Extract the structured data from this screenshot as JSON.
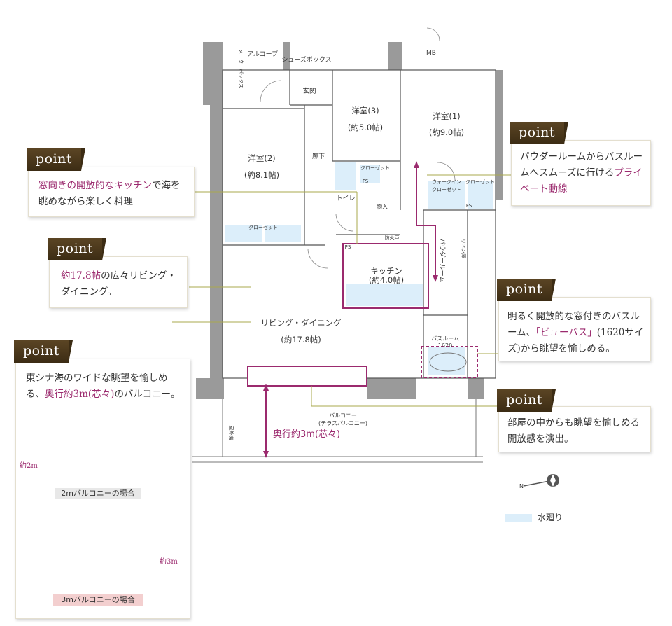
{
  "rooms": {
    "alcove": "アルコーブ",
    "meter_box": "メーターボックス",
    "shoes_box": "シューズボックス",
    "mb": "MB",
    "entrance": "玄関",
    "west3_name": "洋室(3)",
    "west3_size": "(約5.0帖)",
    "west1_name": "洋室(1)",
    "west1_size": "(約9.0帖)",
    "west2_name": "洋室(2)",
    "west2_size": "(約8.1帖)",
    "hallway": "廊下",
    "toilet": "トイレ",
    "closet": "クローゼット",
    "walkin_closet_1": "ウォークイン",
    "walkin_closet_2": "クローゼット",
    "fs": "FS",
    "ps": "PS",
    "storage": "物入",
    "kitchen_name": "キッチン",
    "kitchen_size": "(約4.0帖)",
    "living_name": "リビング・ダイニング",
    "living_size": "(約17.8帖)",
    "powder_room": "パウダールーム",
    "bathroom_name": "バスルーム",
    "bathroom_size": "1620",
    "balcony_1": "バルコニー",
    "balcony_2": "(テラスバルコニー)",
    "depth_label": "奥行約3m(芯々)",
    "fire_escape": "防火戸",
    "linen": "リネン庫",
    "outdoor_unit": "室外機"
  },
  "points": [
    {
      "badge": "point",
      "text_before": "",
      "highlight": "窓向きの開放的なキッチン",
      "text_after": "で海を眺めながら楽しく料理"
    },
    {
      "badge": "point",
      "text_before": "",
      "highlight": "約17.8帖",
      "text_after": "の広々リビング・ダイニング。"
    },
    {
      "badge": "point",
      "text_before": "東シナ海のワイドな眺望を愉しめる、",
      "highlight": "奥行約3m(芯々)",
      "text_after": "のバルコニー。"
    },
    {
      "badge": "point",
      "text_before": "パウダールームからバスルームへスムーズに行ける",
      "highlight": "プライベート動線",
      "text_after": ""
    },
    {
      "badge": "point",
      "text_before": "明るく開放的な窓付きのバスルーム、",
      "highlight": "「ビューバス」",
      "text_after": "(1620サイズ)から眺望を愉しめる。"
    },
    {
      "badge": "point",
      "text_before": "",
      "highlight": "",
      "text_after": "部屋の中からも眺望を愉しめる開放感を演出。"
    }
  ],
  "balcony_compare": {
    "label_2m": "約2m",
    "caption_2m": "2mバルコニーの場合",
    "label_3m": "約3m",
    "caption_3m": "3mバルコニーの場合"
  },
  "legend": {
    "water_label": "水廻り",
    "compass": "N"
  },
  "colors": {
    "accent": "#9b2a6e",
    "olive": "#a9a84e",
    "badge": "#4a3720",
    "water": "#dceefa"
  }
}
